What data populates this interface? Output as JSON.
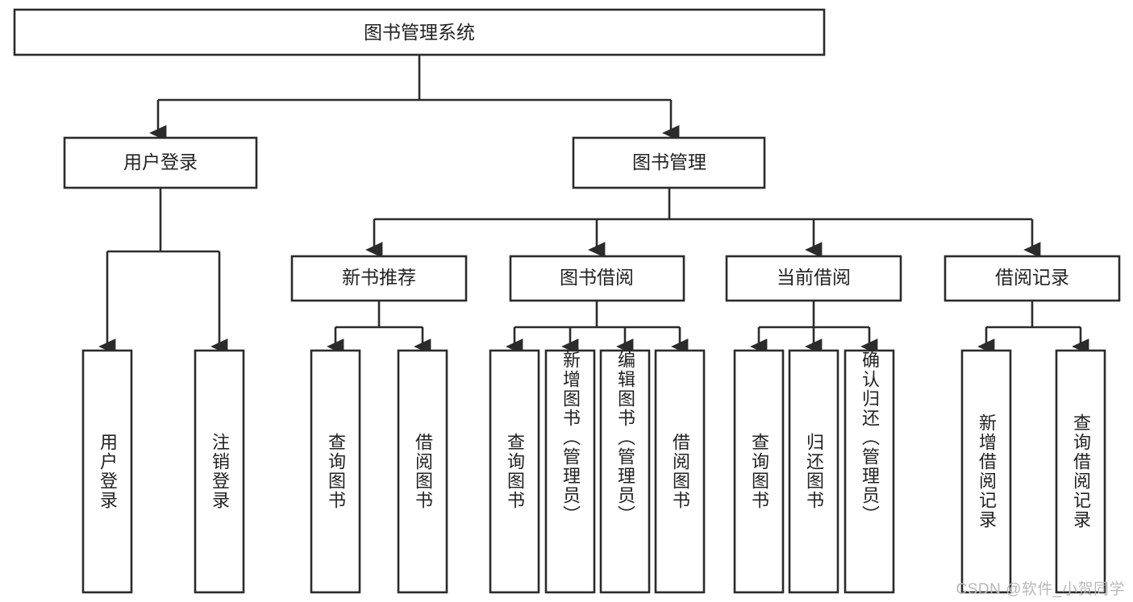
{
  "diagram": {
    "type": "hierarchy-tree",
    "title": "图书管理系统",
    "watermark": "CSDN @软件_小贺同学",
    "colors": {
      "stroke": "#2b2b2b",
      "box_fill": "#ffffff",
      "text": "#222222",
      "background": "#ffffff",
      "watermark": "#b9b9b9"
    },
    "root": {
      "label": "图书管理系统"
    },
    "level2": [
      {
        "label": "用户登录"
      },
      {
        "label": "图书管理"
      }
    ],
    "level3": [
      {
        "label": "新书推荐"
      },
      {
        "label": "图书借阅"
      },
      {
        "label": "当前借阅"
      },
      {
        "label": "借阅记录"
      }
    ],
    "leaves": {
      "user_login": [
        {
          "label": "用户登录"
        },
        {
          "label": "注销登录"
        }
      ],
      "new_book_recommend": [
        {
          "label": "查询图书"
        },
        {
          "label": "借阅图书"
        }
      ],
      "book_borrow": [
        {
          "label": "查询图书"
        },
        {
          "label": "新增图书（管理员）"
        },
        {
          "label": "编辑图书（管理员）"
        },
        {
          "label": "借阅图书"
        }
      ],
      "current_borrow": [
        {
          "label": "查询图书"
        },
        {
          "label": "归还图书"
        },
        {
          "label": "确认归还（管理员）"
        }
      ],
      "borrow_record": [
        {
          "label": "新增借阅记录"
        },
        {
          "label": "查询借阅记录"
        }
      ]
    }
  }
}
